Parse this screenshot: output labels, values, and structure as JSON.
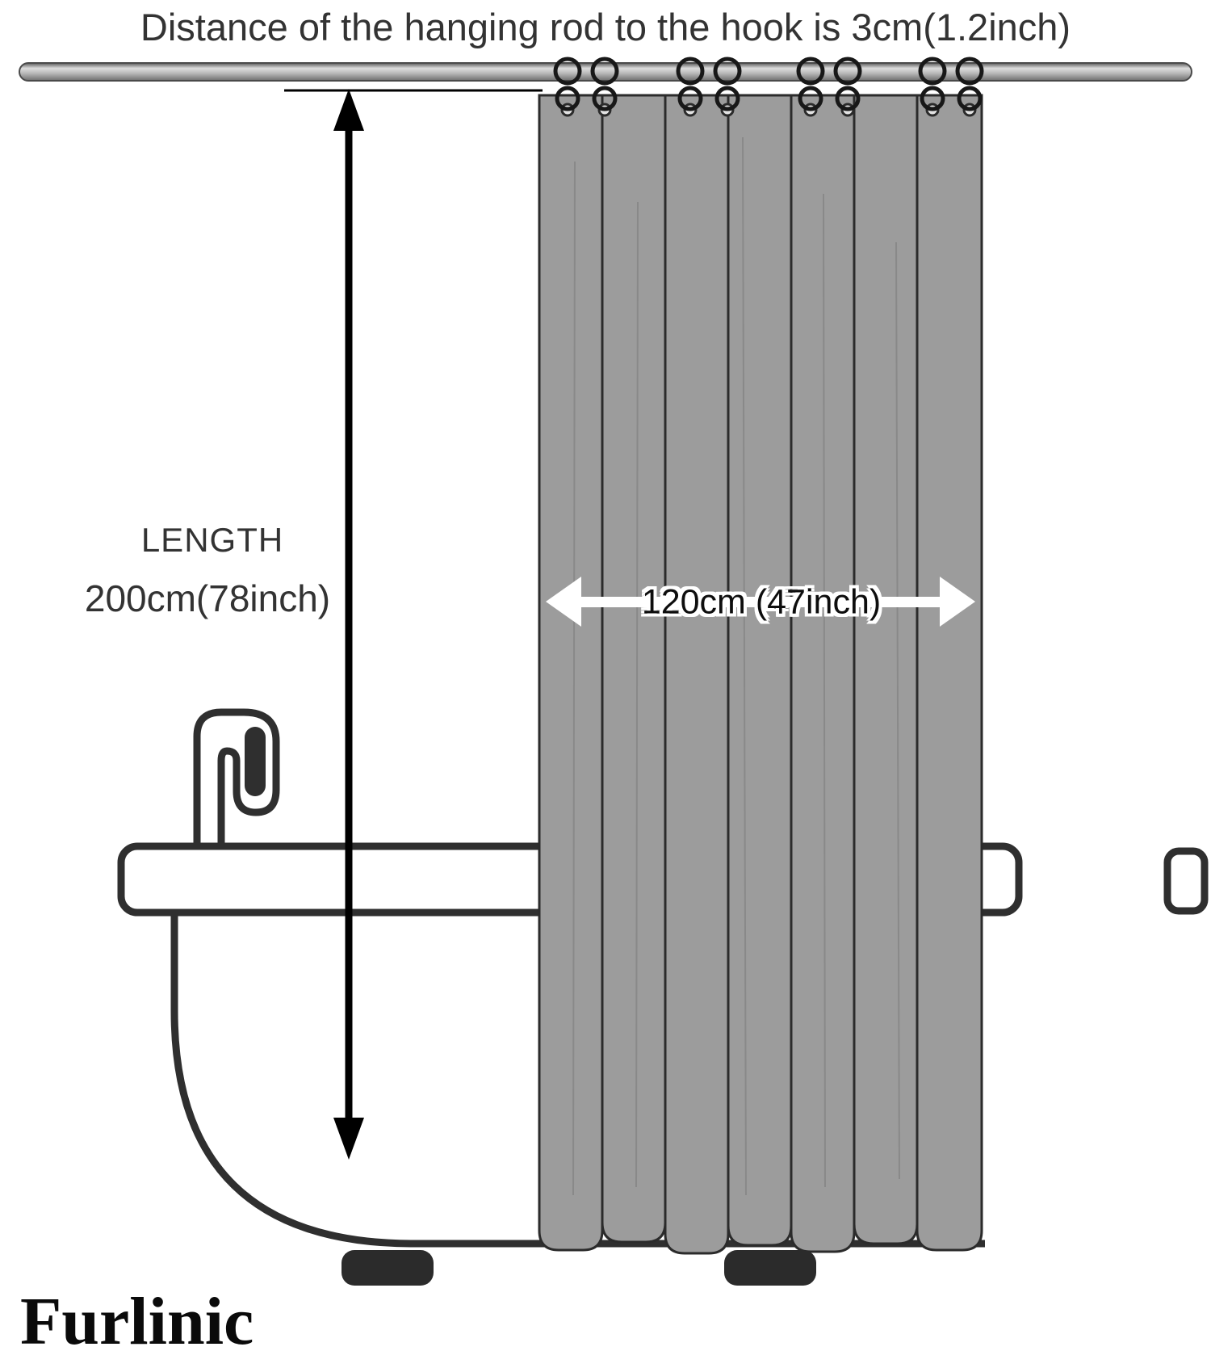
{
  "title": "Distance of the hanging rod to the hook is 3cm(1.2inch)",
  "measurements": {
    "length_label": "LENGTH",
    "length_value": "200cm(78inch)",
    "width_value": "120cm (47inch)"
  },
  "brand": "Furlinic",
  "diagram": {
    "hook_count": 8,
    "curtain_fold_count": 7,
    "colors": {
      "curtain_gray": "#9c9c9c",
      "outline_dark": "#2b2b2b",
      "text_dark": "#333333",
      "rod_gray": "#8a8a8a",
      "background": "#ffffff"
    }
  }
}
